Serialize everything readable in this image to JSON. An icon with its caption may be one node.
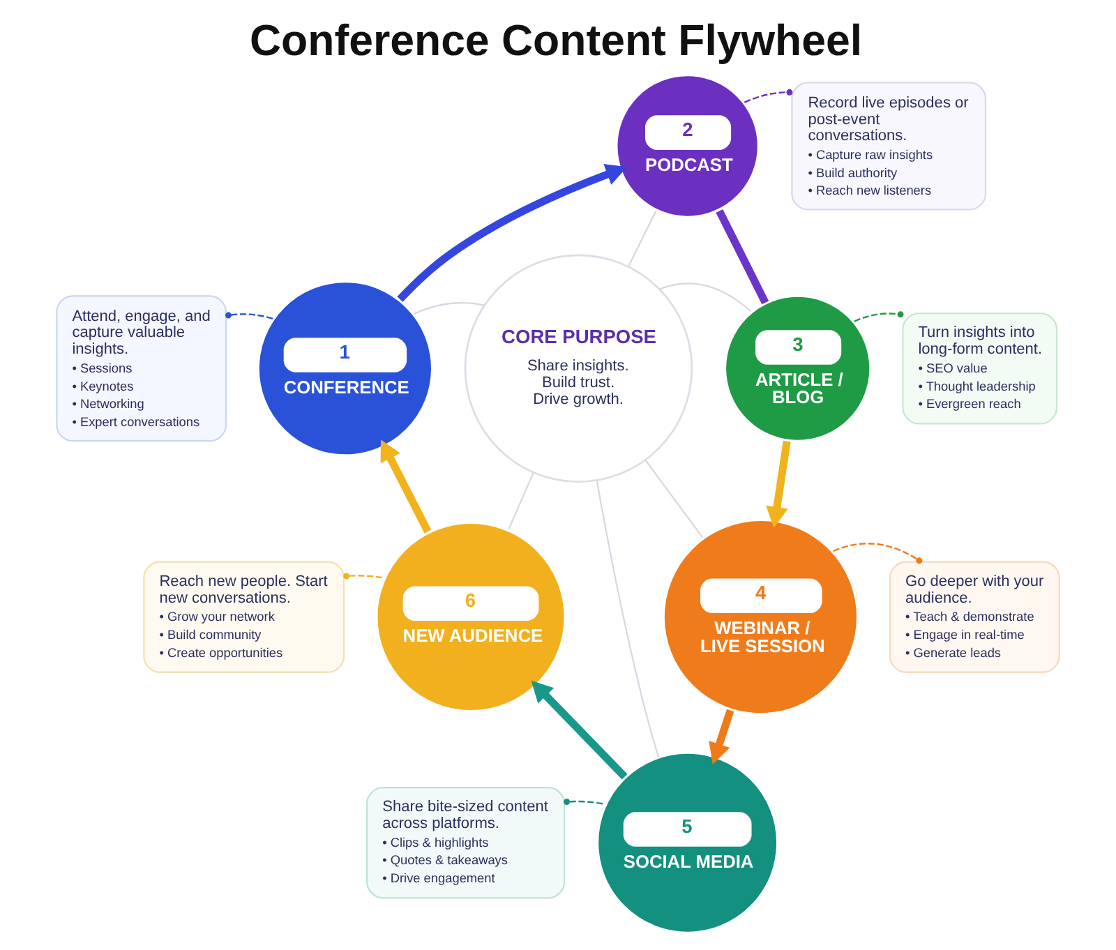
{
  "diagram": {
    "title": "Conference Content Flywheel",
    "nodes": [
      {
        "text": [
          "1",
          "CONFERENCE"
        ]
      },
      {
        "text": [
          "Attend, engage, and capture valuable insights.",
          "• Sessions",
          "• Keynotes",
          "• Networking",
          "• Expert conversations"
        ]
      },
      {
        "text": [
          "2",
          "PODCAST"
        ]
      },
      {
        "text": [
          "Record live episodes or post-event conversations.",
          "• Capture raw insights",
          "• Build authority",
          "• Reach new listeners"
        ]
      },
      {
        "text": [
          "3",
          "ARTICLE / BLOG"
        ]
      },
      {
        "text": [
          "Turn insights into long-form content.",
          "• SEO value",
          "• Thought leadership",
          "• Evergreen reach"
        ]
      },
      {
        "text": [
          "4",
          "WEBINAR / LIVE SESSION"
        ]
      },
      {
        "text": [
          "Go deeper with your audience.",
          "• Teach & demonstrate",
          "• Engage in real-time",
          "• Generate leads"
        ]
      },
      {
        "text": [
          "5",
          "SOCIAL MEDIA"
        ]
      },
      {
        "text": [
          "Share bite-sized content across platforms.",
          "• Clips & highlights",
          "• Quotes & takeaways",
          "• Drive engagement"
        ]
      },
      {
        "text": [
          "6",
          "NEW AUDIENCE"
        ]
      },
      {
        "text": [
          "Reach new people. Start new conversations.",
          "• Grow your network",
          "• Build community",
          "• Create opportunities"
        ]
      },
      {
        "text": [
          "CORE PURPOSE",
          "Share insights. Build trust. Drive growth."
        ]
      }
    ],
    "edges": [
      {
        "from": 0,
        "to": 2,
        "arrow": "to",
        "style": "thick",
        "color": "#3446df"
      },
      {
        "from": 2,
        "to": 4,
        "arrow": "none",
        "style": "thick",
        "color": "#6a35c8"
      },
      {
        "from": 4,
        "to": 6,
        "arrow": "to",
        "style": "thick",
        "color": "#f2b21b"
      },
      {
        "from": 6,
        "to": 8,
        "arrow": "to",
        "style": "thick",
        "color": "#f07a1a"
      },
      {
        "from": 8,
        "to": 10,
        "arrow": "to",
        "style": "thick",
        "color": "#17988a"
      },
      {
        "from": 10,
        "to": 0,
        "arrow": "to",
        "style": "thick",
        "color": "#f2b21b"
      },
      {
        "from": 1,
        "to": 0,
        "arrow": "other",
        "style": "dashed",
        "color": "#2a52d9"
      },
      {
        "from": 2,
        "to": 3,
        "arrow": "other",
        "style": "dashed",
        "color": "#6b30c0"
      },
      {
        "from": 4,
        "to": 5,
        "arrow": "other",
        "style": "dashed",
        "color": "#1f9b45"
      },
      {
        "from": 6,
        "to": 7,
        "arrow": "other",
        "style": "dashed",
        "color": "#f07b1b"
      },
      {
        "from": 9,
        "to": 8,
        "arrow": "other",
        "style": "dashed",
        "color": "#13907f"
      },
      {
        "from": 11,
        "to": 10,
        "arrow": "other",
        "style": "dashed",
        "color": "#f2b01e"
      },
      {
        "from": 2,
        "to": 12,
        "arrow": "none",
        "color": "#d5d8e2"
      },
      {
        "from": 0,
        "to": 12,
        "arrow": "none",
        "color": "#d5d8e2"
      },
      {
        "from": 12,
        "to": 4,
        "arrow": "none",
        "color": "#d5d8e2"
      },
      {
        "from": 12,
        "to": 10,
        "arrow": "none",
        "color": "#d5d8e2"
      },
      {
        "from": 12,
        "to": 6,
        "arrow": "none",
        "color": "#d5d8e2"
      },
      {
        "from": 12,
        "to": 8,
        "arrow": "none",
        "color": "#d5d8e2"
      }
    ]
  }
}
